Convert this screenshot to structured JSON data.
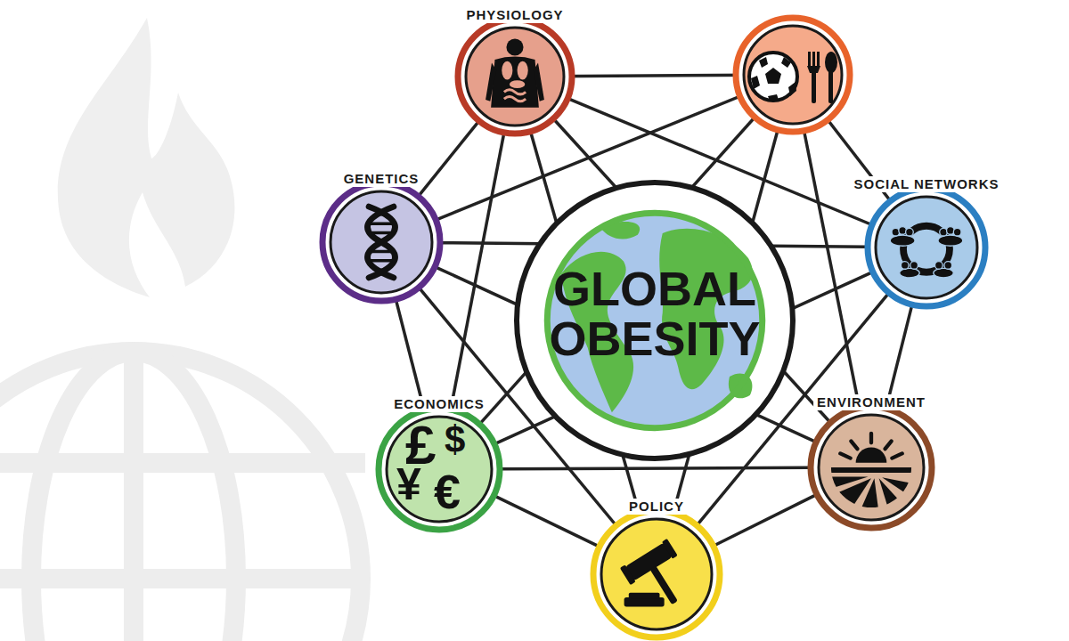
{
  "diagram": {
    "nodes": [
      {
        "text": [
          "PHYSIOLOGY"
        ]
      },
      {
        "text": [
          "GENETICS"
        ]
      },
      {
        "text": [
          "GLOBAL OBESITY"
        ]
      },
      {
        "text": [
          "SOCIAL NETWORKS"
        ]
      },
      {
        "text": [
          "ECONOMICS",
          "£",
          "$",
          "¥",
          "€"
        ]
      },
      {
        "text": [
          "ENVIRONMENT"
        ]
      },
      {
        "text": [
          "POLICY"
        ]
      }
    ],
    "edges": [
      {
        "from": 0,
        "to": 1,
        "arrow": "none"
      },
      {
        "from": 0,
        "to": 3,
        "arrow": "none"
      },
      {
        "from": 0,
        "to": 4,
        "arrow": "none"
      },
      {
        "from": 0,
        "to": 5,
        "arrow": "none"
      },
      {
        "from": 0,
        "to": 6,
        "arrow": "none"
      },
      {
        "from": 1,
        "to": 3,
        "arrow": "none"
      },
      {
        "from": 1,
        "to": 4,
        "arrow": "none"
      },
      {
        "from": 1,
        "to": 5,
        "arrow": "none"
      },
      {
        "from": 1,
        "to": 6,
        "arrow": "none"
      },
      {
        "from": 3,
        "to": 4,
        "arrow": "none"
      },
      {
        "from": 3,
        "to": 5,
        "arrow": "none"
      },
      {
        "from": 3,
        "to": 6,
        "arrow": "none"
      },
      {
        "from": 4,
        "to": 5,
        "arrow": "none"
      },
      {
        "from": 4,
        "to": 6,
        "arrow": "none"
      },
      {
        "from": 5,
        "to": 6,
        "arrow": "none"
      }
    ]
  }
}
